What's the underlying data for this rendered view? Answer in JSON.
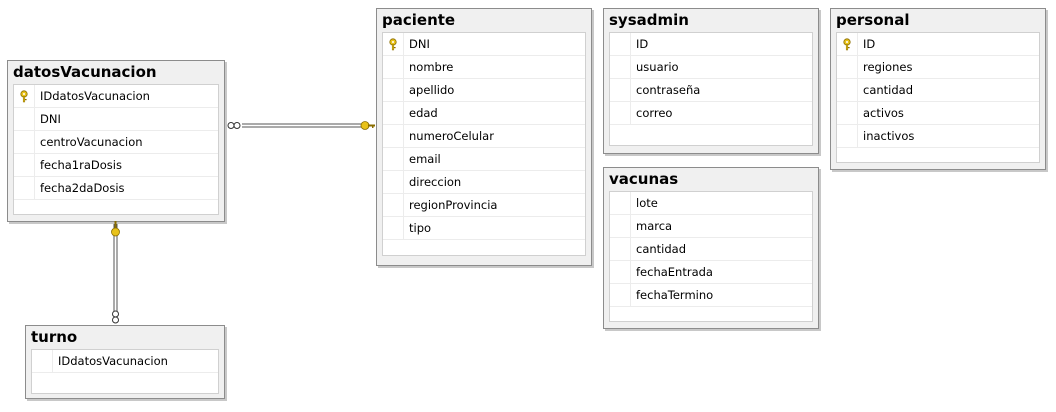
{
  "colors": {
    "key": "#e8c21a",
    "line": "#555555",
    "header_bg": "#f0f0f0",
    "border": "#8c8c8c"
  },
  "tables": {
    "datosVacunacion": {
      "title": "datosVacunacion",
      "columns": [
        "IDdatosVacunacion",
        "DNI",
        "centroVacunacion",
        "fecha1raDosis",
        "fecha2daDosis"
      ],
      "primary_key": "IDdatosVacunacion"
    },
    "paciente": {
      "title": "paciente",
      "columns": [
        "DNI",
        "nombre",
        "apellido",
        "edad",
        "numeroCelular",
        "email",
        "direccion",
        "regionProvincia",
        "tipo"
      ],
      "primary_key": "DNI"
    },
    "sysadmin": {
      "title": "sysadmin",
      "columns": [
        "ID",
        "usuario",
        "contraseña",
        "correo"
      ]
    },
    "personal": {
      "title": "personal",
      "columns": [
        "ID",
        "regiones",
        "cantidad",
        "activos",
        "inactivos"
      ],
      "primary_key": "ID"
    },
    "vacunas": {
      "title": "vacunas",
      "columns": [
        "lote",
        "marca",
        "cantidad",
        "fechaEntrada",
        "fechaTermino"
      ]
    },
    "turno": {
      "title": "turno",
      "columns": [
        "IDdatosVacunacion"
      ]
    }
  },
  "relationships": [
    {
      "from": "datosVacunacion",
      "to": "paciente",
      "from_end": "many",
      "to_end": "one"
    },
    {
      "from": "datosVacunacion",
      "to": "turno",
      "from_end": "one",
      "to_end": "many"
    }
  ]
}
